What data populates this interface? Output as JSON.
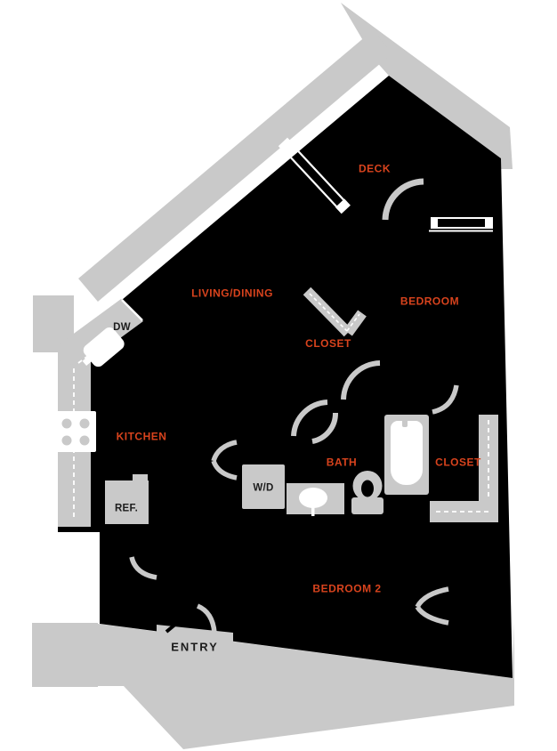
{
  "colors": {
    "label_accent": "#d8431d",
    "fixture_gray": "#c9c9c9",
    "wall_black": "#000000",
    "text_dark": "#1c1c1c",
    "background": "#ffffff"
  },
  "rooms": {
    "deck": "DECK",
    "living_dining": "LIVING/DINING",
    "bedroom": "BEDROOM",
    "bedroom2": "BEDROOM 2",
    "kitchen": "KITCHEN",
    "bath": "BATH",
    "closet_center": "CLOSET",
    "closet_right": "CLOSET"
  },
  "appliances": {
    "dishwasher": "DW",
    "refrigerator": "REF.",
    "washer_dryer": "W/D"
  },
  "entry": {
    "label": "ENTRY"
  }
}
